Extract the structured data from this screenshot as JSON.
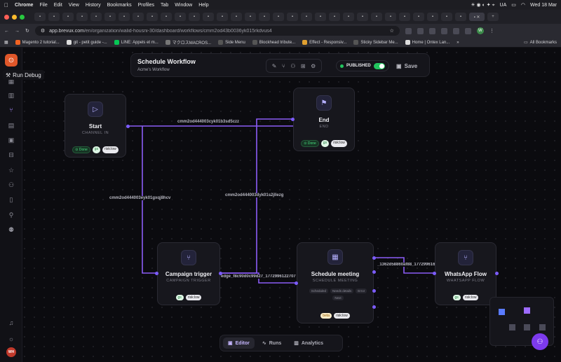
{
  "macos": {
    "app_name": "Chrome",
    "menus": [
      "File",
      "Edit",
      "View",
      "History",
      "Bookmarks",
      "Profiles",
      "Tab",
      "Window",
      "Help"
    ],
    "keyboard": "UA",
    "datetime": "Wed 18 Mar"
  },
  "browser": {
    "url_host": "app.brevux.com",
    "url_path": "/en/organization/walid-housni-30/dashboard/workflows/cmm2od43b0036yk015rkdvus4",
    "profile_initial": "W",
    "bookmarks": [
      "Magento 2 tutorial...",
      "git - petit guide -...",
      "LINE: Appels et m...",
      "マクロスMACROS...",
      "Side Menu",
      "Blockhead tribute...",
      "Effect - Responsiv...",
      "Sticky Sidebar Me...",
      "Home | Ontex Lan..."
    ],
    "all_bookmarks": "All Bookmarks"
  },
  "sidebar": {
    "run_debug_label": "Run Debug",
    "avatar_initials": "WH"
  },
  "workflow": {
    "title": "Schedule Workflow",
    "subtitle": "Acme's Workflow",
    "status": "PUBLISHED",
    "published": true,
    "save_label": "Save"
  },
  "nodes": {
    "start": {
      "title": "Start",
      "subtitle": "CHANNEL IN",
      "status": "Done",
      "tags": [
        "gs",
        "risk:low"
      ]
    },
    "end": {
      "title": "End",
      "subtitle": "END",
      "status": "Done",
      "tags": [
        "gs",
        "risk:low"
      ]
    },
    "campaign": {
      "title": "Campaign trigger",
      "subtitle": "CAMPAIGN TRIGGER",
      "tags": [
        "gs",
        "risk:low"
      ]
    },
    "schedule": {
      "title": "Schedule meeting",
      "subtitle": "SCHEDULE MEETING",
      "outcomes": [
        "Scheduled",
        "Needs details",
        "Error",
        "Next"
      ],
      "tags": [
        "beta",
        "risk:low"
      ]
    },
    "whatsapp": {
      "title": "WhatsApp Flow",
      "subtitle": "WHATSAPP FLOW",
      "tags": [
        "gs",
        "risk:low"
      ]
    }
  },
  "edges": {
    "start_end": "cmm2od444003cyk01b3sd5czz",
    "start_campaign": "cmm2od444003eyk01gxqj8hcv",
    "campaign_end": "cmm2od444003dyk01s2jllezg",
    "campaign_schedule": "edge_f8c90d0c99d27_1772996122707",
    "schedule_whatsapp": "_1362d58860af88_177299616"
  },
  "bottom_tabs": {
    "editor": "Editor",
    "runs": "Runs",
    "analytics": "Analytics"
  },
  "colors": {
    "accent": "#7c5cff",
    "edge": "#8b5cf6",
    "success": "#22c55e",
    "logo": "#e0572a"
  }
}
